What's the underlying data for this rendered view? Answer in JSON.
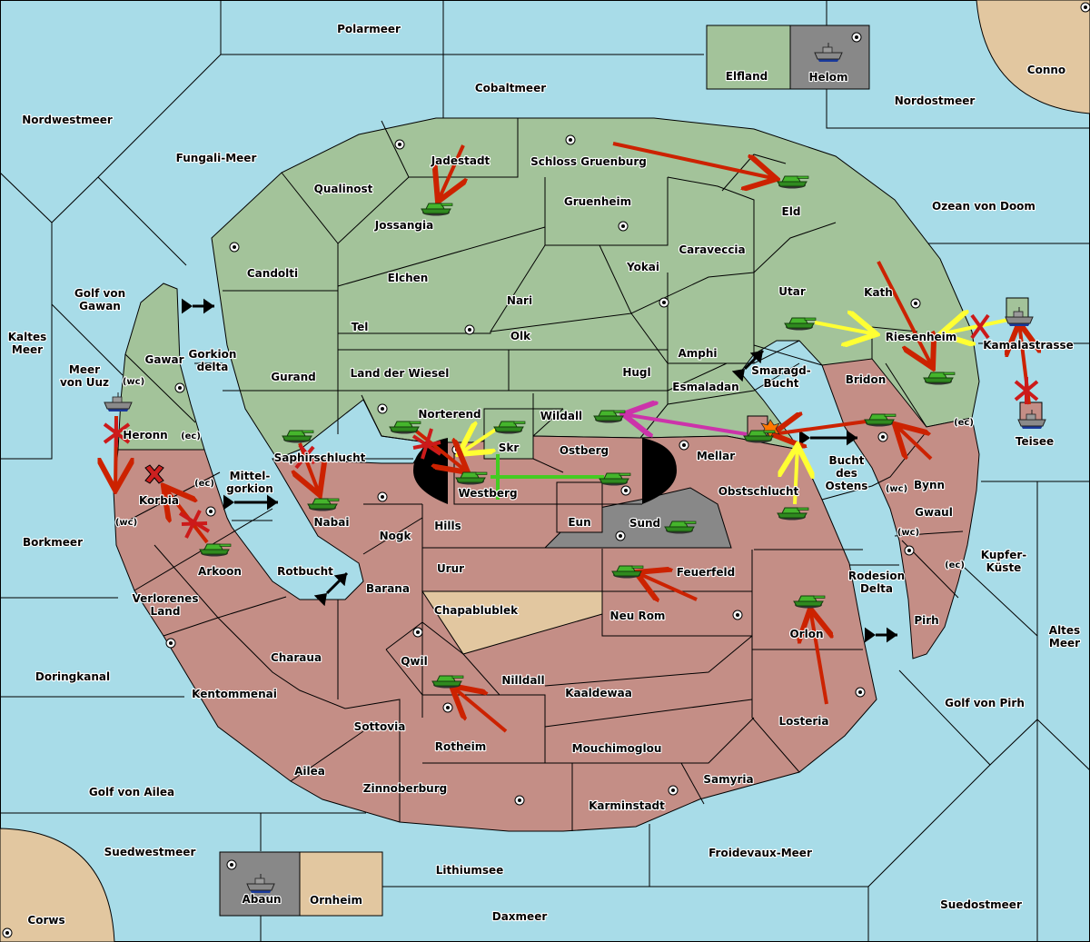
{
  "map": {
    "title": "Diplomacy map",
    "colors": {
      "sea": "#a8dce8",
      "green_power": "#a3c39a",
      "red_power": "#c48e86",
      "neutral": "#e2c7a0",
      "impassable": "#888888",
      "order_move": "#cc2200",
      "order_support": "#ffff33",
      "order_convoy": "#cc33aa",
      "order_hold_support": "#44cc22"
    },
    "seas": [
      {
        "name": "Polarmeer"
      },
      {
        "name": "Cobaltmeer"
      },
      {
        "name": "Nordwestmeer"
      },
      {
        "name": "Fungali-Meer"
      },
      {
        "name": "Nordostmeer"
      },
      {
        "name": "Ozean von Doom"
      },
      {
        "name": "Golf von Gawan"
      },
      {
        "name": "Kaltes Meer"
      },
      {
        "name": "Meer von Uuz"
      },
      {
        "name": "Gorkion delta"
      },
      {
        "name": "Mittel-gorkion"
      },
      {
        "name": "Rotbucht"
      },
      {
        "name": "Borkmeer"
      },
      {
        "name": "Doringkanal"
      },
      {
        "name": "Golf von Ailea"
      },
      {
        "name": "Suedwestmeer"
      },
      {
        "name": "Lithiumsee"
      },
      {
        "name": "Daxmeer"
      },
      {
        "name": "Froidevaux-Meer"
      },
      {
        "name": "Suedostmeer"
      },
      {
        "name": "Golf von Pirh"
      },
      {
        "name": "Altes Meer"
      },
      {
        "name": "Kupfer-Küste"
      },
      {
        "name": "Rodesion Delta"
      },
      {
        "name": "Bucht des Ostens"
      },
      {
        "name": "Smaragd-Bucht"
      },
      {
        "name": "Kamalastrasse"
      }
    ],
    "labels": {
      "polarmeer": "Polarmeer",
      "cobaltmeer": "Cobaltmeer",
      "nordwestmeer": "Nordwestmeer",
      "fungali": "Fungali-Meer",
      "nordostmeer": "Nordostmeer",
      "ozean": "Ozean von Doom",
      "golf_gawan_1": "Golf von",
      "golf_gawan_2": "Gawan",
      "kaltes_1": "Kaltes",
      "kaltes_2": "Meer",
      "uuz_1": "Meer",
      "uuz_2": "von Uuz",
      "gorkion_1": "Gorkion",
      "gorkion_2": "delta",
      "mittel_1": "Mittel-",
      "mittel_2": "gorkion",
      "rotbucht": "Rotbucht",
      "borkmeer": "Borkmeer",
      "doringkanal": "Doringkanal",
      "golf_ailea": "Golf von Ailea",
      "suedwestmeer": "Suedwestmeer",
      "lithiumsee": "Lithiumsee",
      "daxmeer": "Daxmeer",
      "froidevaux": "Froidevaux-Meer",
      "suedostmeer": "Suedostmeer",
      "golf_pirh": "Golf von Pirh",
      "altes_1": "Altes",
      "altes_2": "Meer",
      "kupfer_1": "Kupfer-",
      "kupfer_2": "Küste",
      "rodesion_1": "Rodesion",
      "rodesion_2": "Delta",
      "bucht_1": "Bucht",
      "bucht_2": "des",
      "bucht_3": "Ostens",
      "smaragd_1": "Smaragd-",
      "smaragd_2": "Bucht",
      "kamala": "Kamalastrasse",
      "elfland": "Elfland",
      "helom": "Helom",
      "conno": "Conno",
      "corws": "Corws",
      "abaun": "Abaun",
      "ornheim": "Ornheim",
      "teisee": "Teisee",
      "jadestadt": "Jadestadt",
      "schloss": "Schloss Gruenburg",
      "qualinost": "Qualinost",
      "jossangia": "Jossangia",
      "gruenheim": "Gruenheim",
      "eld": "Eld",
      "candolti": "Candolti",
      "elchen": "Elchen",
      "caraveccia": "Caraveccia",
      "yokai": "Yokai",
      "nari": "Nari",
      "tel": "Tel",
      "olk": "Olk",
      "utar": "Utar",
      "kath": "Kath",
      "amphi": "Amphi",
      "gurand": "Gurand",
      "wiesel": "Land der Wiesel",
      "hugl": "Hugl",
      "esmaladan": "Esmaladan",
      "riesenheim": "Riesenheim",
      "gawar": "Gawar",
      "heronn": "Heronn",
      "norterend": "Norterend",
      "skr": "Skr",
      "wildall": "Wildall",
      "mellar": "Mellar",
      "saphir": "Saphirschlucht",
      "westberg": "Westberg",
      "ostberg": "Ostberg",
      "bridon": "Bridon",
      "korbia": "Korbia",
      "nabai": "Nabai",
      "hills": "Hills",
      "eun": "Eun",
      "sund": "Sund",
      "obst": "Obstschlucht",
      "bynn": "Bynn",
      "gwaul": "Gwaul",
      "nogk": "Nogk",
      "arkoon": "Arkoon",
      "urur": "Urur",
      "feuerfeld": "Feuerfeld",
      "barana": "Barana",
      "chapa": "Chapablublek",
      "neurom": "Neu Rom",
      "pirh": "Pirh",
      "verl_1": "Verlorenes",
      "verl_2": "Land",
      "charaua": "Charaua",
      "orlon": "Orlon",
      "qwil": "Qwil",
      "nilldall": "Nilldall",
      "kentom": "Kentommenai",
      "kaaldewaa": "Kaaldewaa",
      "sottovia": "Sottovia",
      "losteria": "Losteria",
      "rotheim": "Rotheim",
      "mouchi": "Mouchimoglou",
      "ailea": "Ailea",
      "samyria": "Samyria",
      "zinnoberburg": "Zinnoberburg",
      "karminstadt": "Karminstadt",
      "wc": "(wc)",
      "ec": "(ec)"
    },
    "units": [
      {
        "type": "army",
        "power": "green",
        "province": "Eld"
      },
      {
        "type": "army",
        "power": "green",
        "province": "Jossangia"
      },
      {
        "type": "army",
        "power": "green",
        "province": "Utar"
      },
      {
        "type": "army",
        "power": "green",
        "province": "Riesenheim"
      },
      {
        "type": "army",
        "power": "green",
        "province": "Bridon"
      },
      {
        "type": "army",
        "power": "green",
        "province": "Mellar"
      },
      {
        "type": "army",
        "power": "green",
        "province": "Wildall"
      },
      {
        "type": "army",
        "power": "green",
        "province": "Skr"
      },
      {
        "type": "army",
        "power": "green",
        "province": "Norterend"
      },
      {
        "type": "army",
        "power": "green",
        "province": "Saphirschlucht"
      },
      {
        "type": "army",
        "power": "green",
        "province": "Westberg"
      },
      {
        "type": "army",
        "power": "green",
        "province": "Ostberg"
      },
      {
        "type": "army",
        "power": "green",
        "province": "Sund"
      },
      {
        "type": "army",
        "power": "green",
        "province": "Obstschlucht"
      },
      {
        "type": "army",
        "power": "green",
        "province": "Nabai"
      },
      {
        "type": "army",
        "power": "green",
        "province": "Arkoon"
      },
      {
        "type": "army",
        "power": "green",
        "province": "Feuerfeld"
      },
      {
        "type": "army",
        "power": "green",
        "province": "Qwil"
      },
      {
        "type": "army",
        "power": "green",
        "province": "Orlon"
      },
      {
        "type": "fleet",
        "power": "grey",
        "province": "Helom"
      },
      {
        "type": "fleet",
        "power": "grey",
        "province": "Abaun"
      },
      {
        "type": "fleet",
        "power": "grey",
        "province": "Meer von Uuz"
      },
      {
        "type": "fleet",
        "power": "grey",
        "province": "Kamalastrasse"
      },
      {
        "type": "fleet",
        "power": "grey",
        "province": "Teisee"
      }
    ],
    "orders": [
      {
        "kind": "move",
        "from": "Schloss Gruenburg",
        "to": "Eld",
        "result": "success"
      },
      {
        "kind": "move",
        "from": "Jadestadt",
        "to": "Jossangia",
        "result": "success"
      },
      {
        "kind": "move",
        "from": "Kath",
        "to": "Riesenheim",
        "result": "success"
      },
      {
        "kind": "support",
        "from": "Utar",
        "to": "Riesenheim"
      },
      {
        "kind": "support",
        "from": "Kamalastrasse",
        "to": "Riesenheim",
        "result": "failed"
      },
      {
        "kind": "move",
        "from": "Teisee",
        "to": "Kamalastrasse",
        "result": "failed"
      },
      {
        "kind": "move",
        "from": "Bynn",
        "to": "Bridon",
        "result": "success"
      },
      {
        "kind": "move",
        "from": "Bridon",
        "to": "Mellar",
        "result": "dislodged"
      },
      {
        "kind": "support",
        "from": "Obstschlucht",
        "to": "Mellar"
      },
      {
        "kind": "convoy",
        "from": "Mellar",
        "to": "Wildall"
      },
      {
        "kind": "support",
        "from": "Skr",
        "to": "Westberg"
      },
      {
        "kind": "move",
        "from": "Norterend",
        "to": "Westberg",
        "result": "failed"
      },
      {
        "kind": "hold_support",
        "from": "Ostberg",
        "to": "Westberg"
      },
      {
        "kind": "move",
        "from": "Saphirschlucht",
        "to": "Nabai",
        "result": "success"
      },
      {
        "kind": "move",
        "from": "Meer von Uuz",
        "to": "Korbia",
        "result": "failed"
      },
      {
        "kind": "move",
        "from": "Arkoon",
        "to": "Korbia",
        "result": "failed"
      },
      {
        "kind": "move",
        "from": "Neu Rom",
        "to": "Feuerfeld",
        "result": "success"
      },
      {
        "kind": "move",
        "from": "Rotheim",
        "to": "Qwil",
        "result": "success"
      },
      {
        "kind": "move",
        "from": "Losteria",
        "to": "Orlon",
        "result": "success"
      }
    ]
  }
}
